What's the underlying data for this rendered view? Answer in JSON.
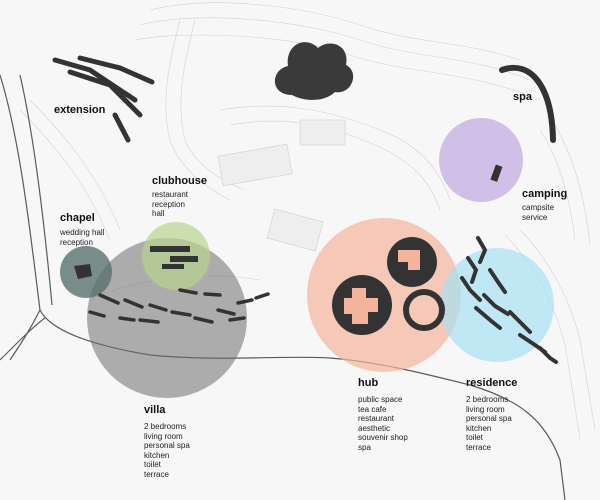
{
  "colors": {
    "background": "#f7f7f7",
    "contour": "#d2d2d2",
    "road": "#5a5a5a",
    "building": "#333333",
    "villa_circle": "#6f6f6f",
    "clubhouse_circle": "#b7d38e",
    "chapel_circle": "#58706e",
    "hub_circle": "#f4b39b",
    "residence_circle": "#a8dff2",
    "camping_circle": "#c2a7e0"
  },
  "zones": {
    "extension": {
      "title": "extension",
      "items": []
    },
    "spa": {
      "title": "spa",
      "items": []
    },
    "clubhouse": {
      "title": "clubhouse",
      "items": [
        "restaurant",
        "reception",
        "hall"
      ]
    },
    "chapel": {
      "title": "chapel",
      "items": [
        "wedding hall",
        "reception"
      ]
    },
    "camping": {
      "title": "camping",
      "items": [
        "campsite",
        "service"
      ]
    },
    "villa": {
      "title": "villa",
      "items": [
        "2 bedrooms",
        "living room",
        "personal spa",
        "kitchen",
        "toilet",
        "terrace"
      ]
    },
    "hub": {
      "title": "hub",
      "items": [
        "public space",
        "tea cafe",
        "restaurant",
        "aesthetic",
        "souvenir shop",
        "spa"
      ]
    },
    "residence": {
      "title": "residence",
      "items": [
        "2 bedrooms",
        "living room",
        "personal spa",
        "kitchen",
        "toilet",
        "terrace"
      ]
    }
  }
}
